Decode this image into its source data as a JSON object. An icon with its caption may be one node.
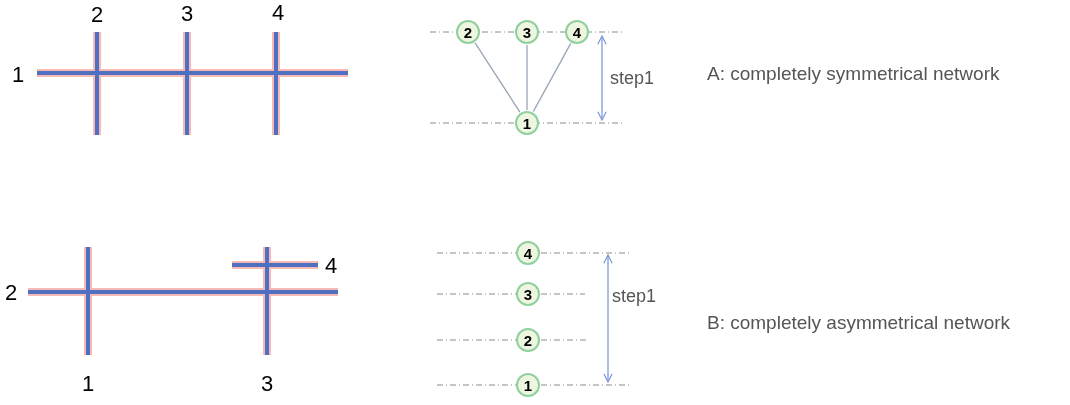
{
  "diagram": {
    "nodes": [
      {
        "text": [
          "2"
        ]
      },
      {
        "text": [
          "3"
        ]
      },
      {
        "text": [
          "4"
        ]
      },
      {
        "text": [
          "1"
        ]
      },
      {
        "text": [
          "4"
        ]
      },
      {
        "text": [
          "3"
        ]
      },
      {
        "text": [
          "2"
        ]
      },
      {
        "text": [
          "1"
        ]
      }
    ],
    "edges": [
      {
        "from": 3,
        "to": 0,
        "arrow": "none"
      },
      {
        "from": 3,
        "to": 1,
        "arrow": "none"
      },
      {
        "from": 3,
        "to": 2,
        "arrow": "none"
      }
    ],
    "labels": [
      "2",
      "3",
      "4",
      "1",
      "step1",
      "A: completely symmetrical network",
      "4",
      "2",
      "step1",
      "B: completely asymmetrical network",
      "1",
      "3"
    ]
  }
}
